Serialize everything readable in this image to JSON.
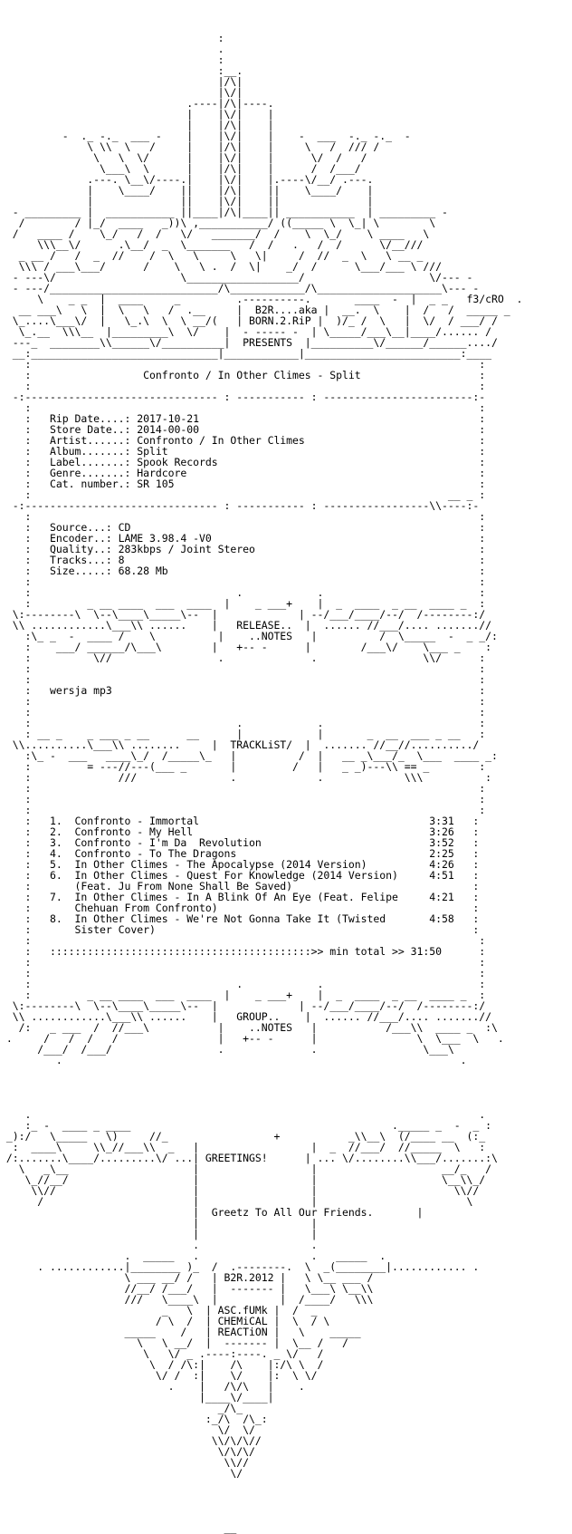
{
  "nfo_lines": [
    "                                   :",
    "                                   .",
    "                                   :",
    "                                   :__.",
    "                                   |/\\|",
    "                                   |\\/|",
    "                              .----|/\\|----.",
    "                              |    |\\/|    |",
    "                              |    |/\\|    |",
    "          -  ._ -._  ___ -    |    |\\/|    |    -  ___  -._ -._  -",
    "              \\ \\\\  \\   /     |    |/\\|    |     \\   /  /// /",
    "               \\   \\  \\/      |    |\\/|    |      \\/  /   /",
    "                \\___\\  \\      |    |/\\|    |      /  /___/",
    "              .---. \\__\\/----.|    |\\/|    |.----\\/__/ .---.",
    "              |    \\____/    ||    |/\\|    ||    \\____/    |",
    "              |              ||    |\\/|    ||              |",
    "  - _________ |  ___________ ||____|/\\|____|| ___________  | _________ -",
    "   /        / |_/  ____   _))\\ ,___________/ ((_____ \\  \\_| \\        \\",
    "  /   ____ /    \\_/   /  /   \\/   _______/  /    \\  \\_/    \\ ____   \\",
    "      \\\\\\__\\/      .\\__/  _  \\_______   /  /   .   /  /      \\/__///",
    "   _ __ /   /  _  //    /  \\   \\     \\   \\|     /  //  _  \\   \\ __ _",
    "   \\\\\\ / ___\\___/      /    \\   \\ .  /  \\|    _/  /      \\___/___ \\ ///",
    "  - ---\\/                    \\__________________/                    \\/--- -",
    "  - ---/___________________________/\\____________/\\____________________\\--- -",
    "      \\    _ _  |  ____     _         .----------.       ____  -  |  _ _   f3/cRO  .",
    "   __ ___\\   \\  |  \\   \\   /  .__     |  B2R....aka |  __.  \\    |  /   /  _____ _",
    "  \\_....\\___\\/  |   \\_.\\  \\  \\ __/(   | BORN.2.RiP |  )/_ /  \\   |  \\/  / ___/ /",
    "   \\_.__  \\\\\\__  |_________\\  \\/    |  - ----- -  | \\_____/___\\__|____/...... /",
    "  ---_  ________\\\\______\\/__________|  PRESENTS  |__________\\/______/______..../",
    "  __:______________________________|____________|_________________________:____",
    "    :                                                                        :",
    "    :                  Confronto / In Other Climes - Split                   :",
    "    :                                                                        :",
    "  -:------------------------------- : ----------- : ------------------------:-",
    "    :                                                                        :",
    "    :   Rip Date....: 2017-10-21                                             :",
    "    :   Store Date..: 2014-00-00                                             :",
    "    :   Artist......: Confronto / In Other Climes                            :",
    "    :   Album.......: Split                                                  :",
    "    :   Label.......: Spook Records                                          :",
    "    :   Genre.......: Hardcore                                               :",
    "    :   Cat. number.: SR 105                                                 :",
    "    :                                                                   __ _ :",
    "  -:------------------------------- : ----------- : -----------------\\\\----:-",
    "    :                                                                        :",
    "    :   Source...: CD                                                        :",
    "    :   Encoder..: LAME 3.98.4 -V0                                           :",
    "    :   Quality..: 283kbps / Joint Stereo                                    :",
    "    :   Tracks...: 8                                                         :",
    "    :   Size.....: 68.28 Mb                                                  :",
    "    :                                                                        :",
    "    :                                 .            .                         :",
    "    :         _ __ ____  ___  ____  |    _ ___+    |  _  ____  _ __  ____ _  :",
    "  \\:--------\\  \\--\\____\\_____\\--  |             | --/___/____/--/  /--------:/",
    "  \\\\ ............\\___\\\\ ......    |   RELEASE..  |  ...... //___/.... .......//",
    "    :\\_ _  -  ____ /    \\          |    ..NOTES   |          /  \\_____  -  _ _/:",
    "    :    ___/ ______/\\___\\        |   +-- -      |        /___\\/    \\___ _    :",
    "    :          \\//                 .              .                 \\\\/      :",
    "    :                                                                        :",
    "    :                                                                        :",
    "    :   wersja mp3                                                           :",
    "    :                                                                        :",
    "    :                                                                        :",
    "    :                                 .            .                         :",
    "    : __ _    _ ___ _ __      __      |            |       _  __  ___ _ __   :",
    "  \\\\..........\\___\\\\ ........     |  TRACKLiST/  |  ....... //__//........../",
    "    :\\_ -  ___   ____\\_/  /_____\\_   |          /  |   __ _\\___/_  \\___  ____ _:",
    "    :         = ---//---(___ _       |         /   |   _ _)---\\\\ == _        :",
    "    :              ///               .             .             \\\\\\          :",
    "    :                                                                        :",
    "    :                                                                        :",
    "    :                                                                        :",
    "    :   1.  Confronto - Immortal                                     3:31   :",
    "    :   2.  Confronto - My Hell                                      3:26   :",
    "    :   3.  Confronto - I'm Da  Revolution                           3:52   :",
    "    :   4.  Confronto - To The Dragons                               2:25   :",
    "    :   5.  In Other Climes - The Apocalypse (2014 Version)          4:26   :",
    "    :   6.  In Other Climes - Quest For Knowledge (2014 Version)     4:51   :",
    "    :       (Feat. Ju From None Shall Be Saved)                             :",
    "    :   7.  In Other Climes - In A Blink Of An Eye (Feat. Felipe     4:21   :",
    "    :       Chehuan From Confronto)                                         :",
    "    :   8.  In Other Climes - We're Not Gonna Take It (Twisted       4:58   :",
    "    :       Sister Cover)                                                   :",
    "    :                                                                        :",
    "    :   ::::::::::::::::::::::::::::::::::::::::::>> min total >> 31:50      :",
    "    :                                                                        :",
    "    :                                                                        :",
    "    :                                 .            .                         :",
    "    :         _ __ ____  ___  ____  |    _ ___+    |  _  ____  _ __  ____ _  :",
    "  \\:--------\\  \\--\\____\\_____\\--  |             | --/___/____/--/  /--------:/",
    "  \\\\ ............\\___\\\\ ......    |   GROUP..    |  ...... //___/.... .......//",
    "   /:   _ ___  /  //___\\           |    ..NOTES   |           /___\\\\  ____ _  :\\",
    " .     /   /  /   /                |   +-- -      |                \\  \\___  \\   .",
    "      /___/  /___/                 .              .                 \\___\\",
    "         .                                                                .",
    "                                                                           ",
    "                                                                           ",
    "                                                                           ",
    "                                                                           ",
    "    .                                                                        .",
    "    :_ -  ____ _ ____                                          ._____ _  -  _ :",
    " _):/   \\_____   \\)     //_                 +           _\\\\__\\  (/____ __  (:_",
    "  :  ____\\     \\\\_//___\\\\  _   |                  |  _  //___/  //_____  \\   :",
    " /:.......\\____/.........\\/ ...| GREETINGS!      | ... \\/........\\\\___/.......:\\",
    "   \\   _\\__                    |                  |                    __/_   /",
    "    \\_//__/                    |                  |                    \\__\\\\_/",
    "     \\\\//                      |                  |                      \\\\//",
    "      /                        |                  |                        \\",
    "                               |  Greetz To All Our Friends.       |",
    "                               |                  |",
    "                               |                  |",
    "                               .                  .",
    "                    .  _____   .                  .   _____  .",
    "      . ............|________ )_  /  .--------.  \\  _(________|............ .",
    "                    \\ ___ __/ /   | B2R.2012 |   \\ \\__ ___ /",
    "                    //__/ /___/   |  ------- |   \\___\\ \\__\\\\",
    "                    ///   \\____\\  |          |  /____/   \\\\\\",
    "                          _   \\  | ASC.fUMk |  /  _",
    "                         / \\  /  | CHEMiCAL |  \\  / \\",
    "                    _____    /   | REACTiON |   \\    _____",
    "                      \\   \\ __/  |  ------- |  \\__ /   /",
    "                       \\   \\/ _ .----:----. _ \\/   /",
    "                        \\  / /\\:|    /\\    |:/\\ \\  /",
    "                         \\/ /  :|    \\/    |:  \\ \\/",
    "                           .    |   /\\/\\   |    .",
    "                                |____\\/____|",
    "                                   _/\\_",
    "                                 :_/\\  /\\_:",
    "                                   \\/  \\/",
    "                                  \\\\/\\/\\//",
    "                                   \\/\\/\\/",
    "                                    \\\\//",
    "                                     \\/",
    "                                      ",
    "                                      ",
    "                                      ",
    "                                      ",
    "                                    __"
  ]
}
